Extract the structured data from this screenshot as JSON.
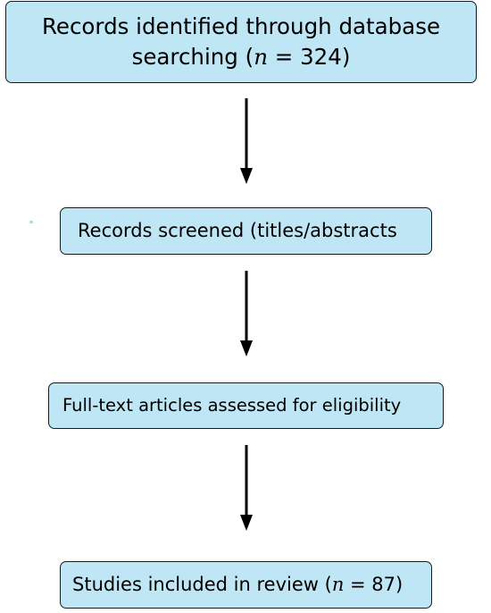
{
  "colors": {
    "box_fill": "#bfe6f4",
    "box_border": "#1a1a1a",
    "arrow": "#000000"
  },
  "flowchart": {
    "steps": [
      {
        "line1": "Records identified through database",
        "line2_prefix": "searching (",
        "n_symbol": "n",
        "line2_suffix": " = 324)"
      },
      {
        "text": "Records screened (titles/abstracts"
      },
      {
        "text": "Full-text articles assessed for eligibility"
      },
      {
        "prefix": "Studies included in review (",
        "n_symbol": "n",
        "suffix": " = 87)"
      }
    ]
  }
}
